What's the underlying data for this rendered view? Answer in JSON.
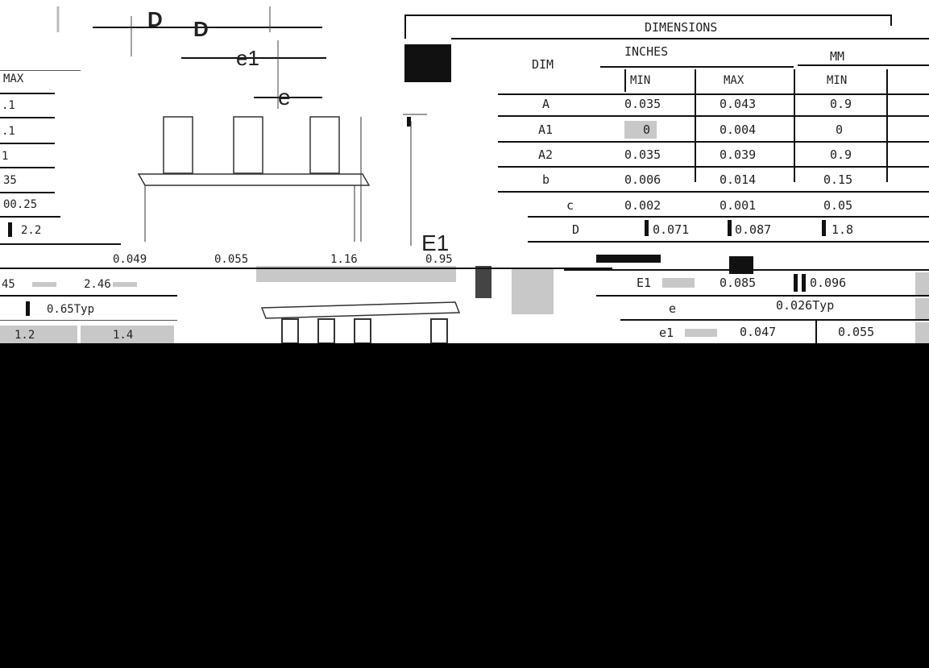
{
  "dimensions_table": {
    "title": "DIMENSIONS",
    "dim_header": "DIM",
    "inches_header": "INCHES",
    "mm_header": "MM",
    "min_label": "MIN",
    "max_label": "MAX",
    "rows": [
      {
        "dim": "A",
        "in_min": "0.035",
        "in_max": "0.043",
        "mm_min": "0.9"
      },
      {
        "dim": "A1",
        "in_min": "0",
        "in_max": "0.004",
        "mm_min": "0"
      },
      {
        "dim": "A2",
        "in_min": "0.035",
        "in_max": "0.039",
        "mm_min": "0.9"
      },
      {
        "dim": "b",
        "in_min": "0.006",
        "in_max": "0.014",
        "mm_min": "0.15"
      },
      {
        "dim": "c",
        "in_min": "0.002",
        "in_max": "0.001",
        "mm_min": "0.05"
      },
      {
        "dim": "D",
        "in_min": "0.071",
        "in_max": "0.087",
        "mm_min": "1.8"
      },
      {
        "dim": "E1",
        "in_min": "0.085",
        "in_max": "0.096"
      },
      {
        "dim": "e",
        "typ": "0.026Typ"
      },
      {
        "dim": "e1",
        "in_min": "0.047",
        "in_max": "0.055"
      }
    ]
  },
  "left_table": {
    "header": "MAX",
    "values": [
      ".1",
      ".1",
      "1",
      "35",
      "00.25",
      "2.2"
    ],
    "row_e1": [
      "45",
      "2.46"
    ],
    "typ": "0.65Typ",
    "last": [
      "1.2",
      "1.4"
    ],
    "e_row": [
      "0.049",
      "0.055",
      "1.16",
      "0.95"
    ]
  },
  "drawing_labels": {
    "D": "D",
    "e1": "e1",
    "e": "e",
    "E1": "E1"
  }
}
